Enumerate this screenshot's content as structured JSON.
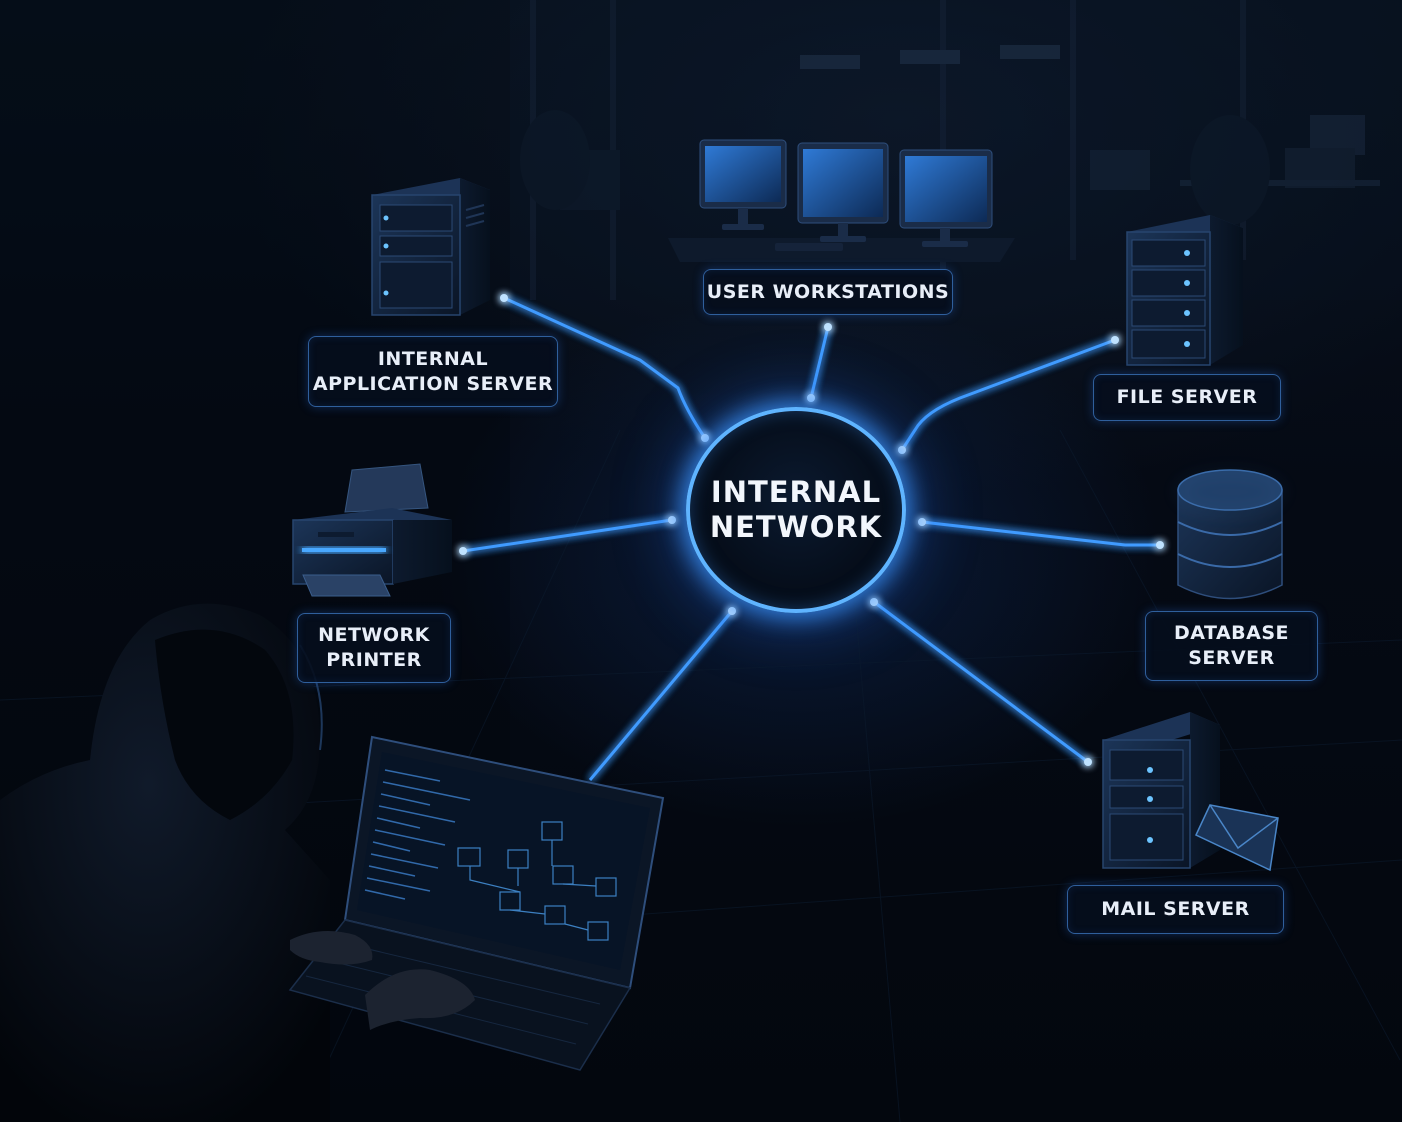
{
  "hub": {
    "label": "INTERNAL\nNETWORK"
  },
  "nodes": [
    {
      "id": "application-server",
      "label": "INTERNAL\nAPPLICATION SERVER",
      "icon": "server-tower-icon"
    },
    {
      "id": "user-workstations",
      "label": "USER WORKSTATIONS",
      "icon": "monitors-icon"
    },
    {
      "id": "file-server",
      "label": "FILE SERVER",
      "icon": "server-rack-icon"
    },
    {
      "id": "network-printer",
      "label": "NETWORK\nPRINTER",
      "icon": "printer-icon"
    },
    {
      "id": "database-server",
      "label": "DATABASE\nSERVER",
      "icon": "database-icon"
    },
    {
      "id": "mail-server",
      "label": "MAIL SERVER",
      "icon": "mail-server-icon"
    }
  ],
  "colors": {
    "background": "#03070e",
    "glow": "#4aa8ff",
    "line": "#3f9bff",
    "box_border": "#2f5f9c",
    "text": "#e8eef8"
  }
}
